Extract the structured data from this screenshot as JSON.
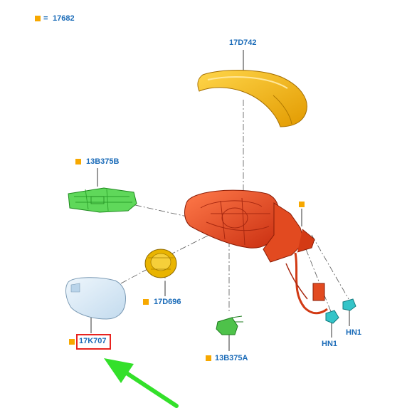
{
  "legend": {
    "symbol_color": "#f7a800",
    "equals": "=",
    "code": "17682"
  },
  "parts": {
    "mirror_cover": {
      "code": "17D742",
      "color": "#f5b800"
    },
    "turn_signal_lamp": {
      "code": "13B375B",
      "color": "#3cc83c",
      "marked": true
    },
    "mirror_housing": {
      "code": "",
      "color": "#e8401c",
      "marked": true
    },
    "actuator_motor": {
      "code": "17D696",
      "color": "#e0a800",
      "marked": true
    },
    "mirror_glass": {
      "code": "17K707",
      "color": "#d6e8f5",
      "marked": true,
      "highlighted": true
    },
    "puddle_lamp": {
      "code": "13B375A",
      "color": "#3cc83c",
      "marked": true
    },
    "connector_1": {
      "code": "HN1",
      "color": "#34c4c8"
    },
    "connector_2": {
      "code": "HN1",
      "color": "#34c4c8"
    }
  },
  "highlight": {
    "box_color": "#e8231f",
    "arrow_color": "#33e02a"
  }
}
